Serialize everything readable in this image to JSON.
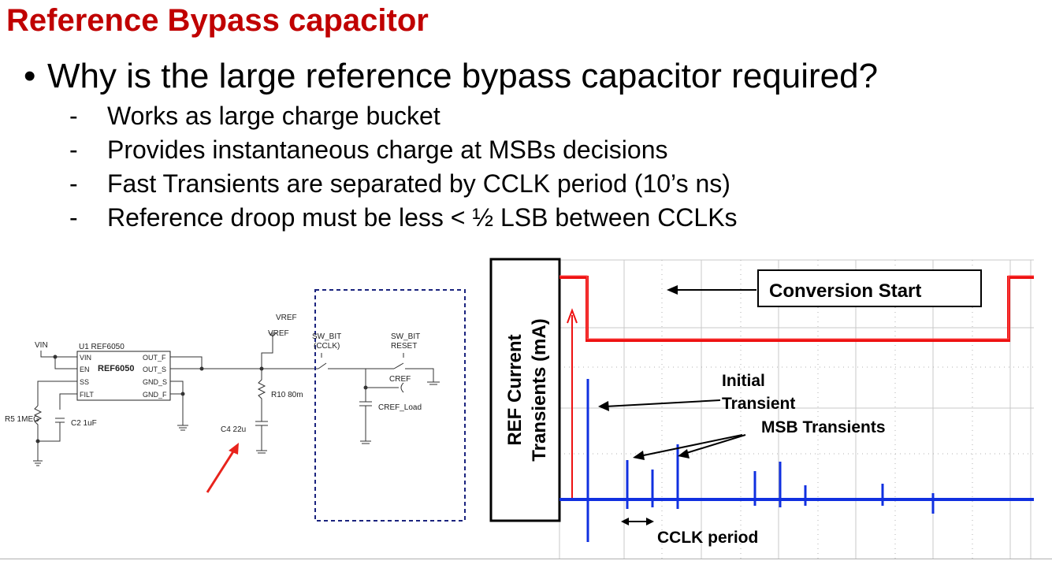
{
  "slide": {
    "title": "Reference Bypass capacitor",
    "bullet": "Why is the large reference bypass capacitor required?",
    "sub_items": [
      "Works as large charge bucket",
      "Provides instantaneous charge at MSBs decisions",
      "Fast Transients are separated by CCLK period (10’s ns)",
      "Reference droop must be less < ½ LSB between CCLKs"
    ]
  },
  "schematic": {
    "vin_label": "VIN",
    "u1_label": "U1 REF6050",
    "chip_name": "REF6050",
    "left_pins": [
      "VIN",
      "EN",
      "SS",
      "FILT"
    ],
    "right_pins": [
      "OUT_F",
      "OUT_S",
      "GND_S",
      "GND_F"
    ],
    "vref_top": "VREF",
    "vref_node": "VREF",
    "r10": "R10 80m",
    "c4": "C4 22u",
    "r5": "R5 1MEG",
    "c2": "C2 1uF",
    "sw1_line1": "SW_BIT",
    "sw1_line2": "(CCLK)",
    "sw2_line1": "SW_BIT",
    "sw2_line2": "RESET",
    "cref": "CREF",
    "cref_load": "CREF_Load",
    "colors": {
      "arrow": "#e8231c",
      "box": "#1a237e"
    }
  },
  "scope": {
    "y_axis_label_line1": "REF Current",
    "y_axis_label_line2": "Transients (mA)",
    "conversion_start": "Conversion Start",
    "initial_transient_line1": "Initial",
    "initial_transient_line2": "Transient",
    "msb_transients": "MSB Transients",
    "cclk_period": "CCLK period",
    "colors": {
      "trace_start": "#ee1111",
      "trace_current": "#1030e0",
      "grid": "#c8c8c8"
    }
  }
}
